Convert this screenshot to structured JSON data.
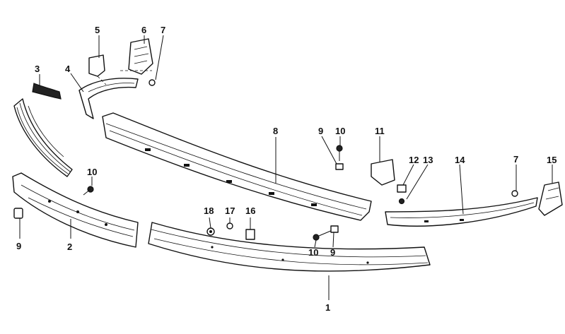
{
  "callouts": [
    {
      "id": "c1",
      "text": "1"
    },
    {
      "id": "c2",
      "text": "2"
    },
    {
      "id": "c3",
      "text": "3"
    },
    {
      "id": "c4",
      "text": "4"
    },
    {
      "id": "c5",
      "text": "5"
    },
    {
      "id": "c6",
      "text": "6"
    },
    {
      "id": "c7a",
      "text": "7"
    },
    {
      "id": "c7b",
      "text": "7"
    },
    {
      "id": "c8",
      "text": "8"
    },
    {
      "id": "c9a",
      "text": "9"
    },
    {
      "id": "c9b",
      "text": "9"
    },
    {
      "id": "c9c",
      "text": "9"
    },
    {
      "id": "c10a",
      "text": "10"
    },
    {
      "id": "c10b",
      "text": "10"
    },
    {
      "id": "c10c",
      "text": "10"
    },
    {
      "id": "c11",
      "text": "11"
    },
    {
      "id": "c12",
      "text": "12"
    },
    {
      "id": "c13",
      "text": "13"
    },
    {
      "id": "c14",
      "text": "14"
    },
    {
      "id": "c15",
      "text": "15"
    },
    {
      "id": "c16",
      "text": "16"
    },
    {
      "id": "c17",
      "text": "17"
    },
    {
      "id": "c18",
      "text": "18"
    }
  ]
}
